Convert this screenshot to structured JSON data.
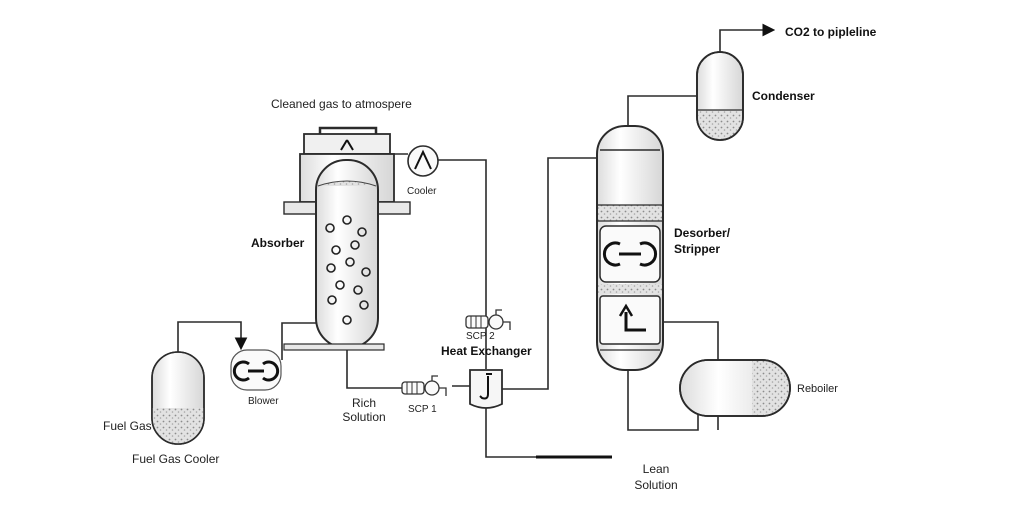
{
  "labels": {
    "cleaned_gas": "Cleaned gas to atmospere",
    "cooler": "Cooler",
    "absorber": "Absorber",
    "blower": "Blower",
    "fuel_gas": "Fuel Gas",
    "fuel_gas_cooler": "Fuel Gas Cooler",
    "rich_line1": "Rich",
    "rich_line2": "Solution",
    "scp1": "SCP 1",
    "scp2": "SCP 2",
    "heat_exchanger": "Heat Exchanger",
    "co2_pipeline": "CO2 to pipleline",
    "condenser": "Condenser",
    "desorber_line1": "Desorber/",
    "desorber_line2": "Stripper",
    "reboiler": "Reboiler",
    "lean_line1": "Lean",
    "lean_line2": "Solution"
  },
  "colors": {
    "line": "#2b2b2b",
    "vessel_fill": "#f4f4f4",
    "speckle": "#9a9a9a",
    "accent_dark": "#111111"
  }
}
